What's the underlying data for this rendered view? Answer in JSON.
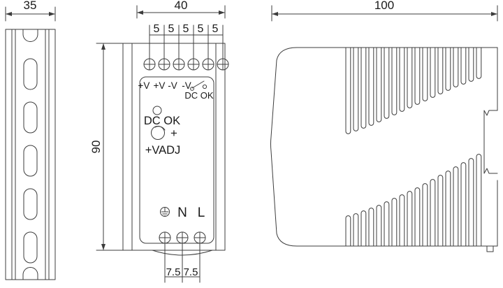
{
  "drawing": {
    "title": "DIN-rail power supply mechanical outline drawing",
    "units": "mm",
    "line_color": "#3c3c3c",
    "text_color": "#1a1a1a",
    "background": "#ffffff"
  },
  "views": {
    "rail": {
      "name": "din-rail-side-profile",
      "width_dimension": "35",
      "slot_count": 5,
      "notch_count": 2
    },
    "front": {
      "name": "front-view",
      "width_dimension": "40",
      "height_dimension": "90",
      "terminal_pitch_labels": [
        "5",
        "5",
        "5",
        "5",
        "5"
      ],
      "top_terminal_count": 6,
      "top_terminal_labels": [
        "+V",
        "+V",
        "-V",
        "-V"
      ],
      "dc_ok_relay_label": "DC OK",
      "led_label": "DC OK",
      "pot_plus_label": "+",
      "pot_label": "+VADJ",
      "ground_symbol": "earth-ground",
      "bottom_terminal_labels": [
        "N",
        "L"
      ],
      "bottom_terminal_count": 3,
      "bottom_pitch_labels": [
        "7.5",
        "7.5"
      ]
    },
    "side": {
      "name": "side-view",
      "depth_dimension": "100",
      "top_fin_count": 19,
      "bottom_fin_count": 19,
      "din_clip": "din-rail-clip"
    }
  }
}
